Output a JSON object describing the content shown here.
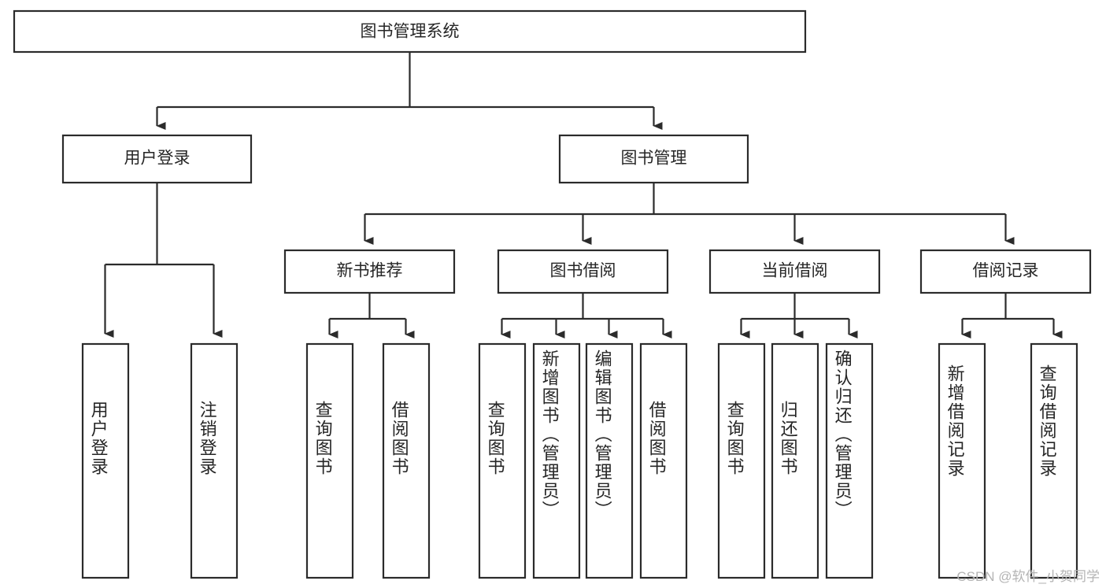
{
  "diagram": {
    "type": "tree",
    "title": "图书管理系统",
    "orientation": "top-down",
    "colors": {
      "background": "#ffffff",
      "box_fill": "#ffffff",
      "box_stroke": "#2b2b2b",
      "text": "#262626",
      "watermark": "#b4b4b4"
    },
    "root": {
      "id": "root",
      "label": "图书管理系统"
    },
    "level2": [
      {
        "id": "user-login",
        "label": "用户登录"
      },
      {
        "id": "book-manage",
        "label": "图书管理"
      }
    ],
    "level3": [
      {
        "id": "new-book-recommend",
        "label": "新书推荐",
        "parent": "book-manage"
      },
      {
        "id": "book-borrow",
        "label": "图书借阅",
        "parent": "book-manage"
      },
      {
        "id": "current-borrow",
        "label": "当前借阅",
        "parent": "book-manage"
      },
      {
        "id": "borrow-record",
        "label": "借阅记录",
        "parent": "book-manage"
      }
    ],
    "leaves": [
      {
        "id": "leaf-user-login",
        "label": "用户登录",
        "parent": "user-login"
      },
      {
        "id": "leaf-logout-login",
        "label": "注销登录",
        "parent": "user-login"
      },
      {
        "id": "leaf-query-book-1",
        "label": "查询图书",
        "parent": "new-book-recommend"
      },
      {
        "id": "leaf-borrow-book-1",
        "label": "借阅图书",
        "parent": "new-book-recommend"
      },
      {
        "id": "leaf-query-book-2",
        "label": "查询图书",
        "parent": "book-borrow"
      },
      {
        "id": "leaf-add-book-admin",
        "label": "新增图书（管理员）",
        "parent": "book-borrow"
      },
      {
        "id": "leaf-edit-book-admin",
        "label": "编辑图书（管理员）",
        "parent": "book-borrow"
      },
      {
        "id": "leaf-borrow-book-2",
        "label": "借阅图书",
        "parent": "book-borrow"
      },
      {
        "id": "leaf-query-book-3",
        "label": "查询图书",
        "parent": "current-borrow"
      },
      {
        "id": "leaf-return-book",
        "label": "归还图书",
        "parent": "current-borrow"
      },
      {
        "id": "leaf-confirm-return-admin",
        "label": "确认归还（管理员）",
        "parent": "current-borrow"
      },
      {
        "id": "leaf-add-borrow-record",
        "label": "新增借阅记录",
        "parent": "borrow-record"
      },
      {
        "id": "leaf-query-borrow-record",
        "label": "查询借阅记录",
        "parent": "borrow-record"
      }
    ]
  },
  "watermark": {
    "text": "CSDN @软件_小贺同学"
  }
}
